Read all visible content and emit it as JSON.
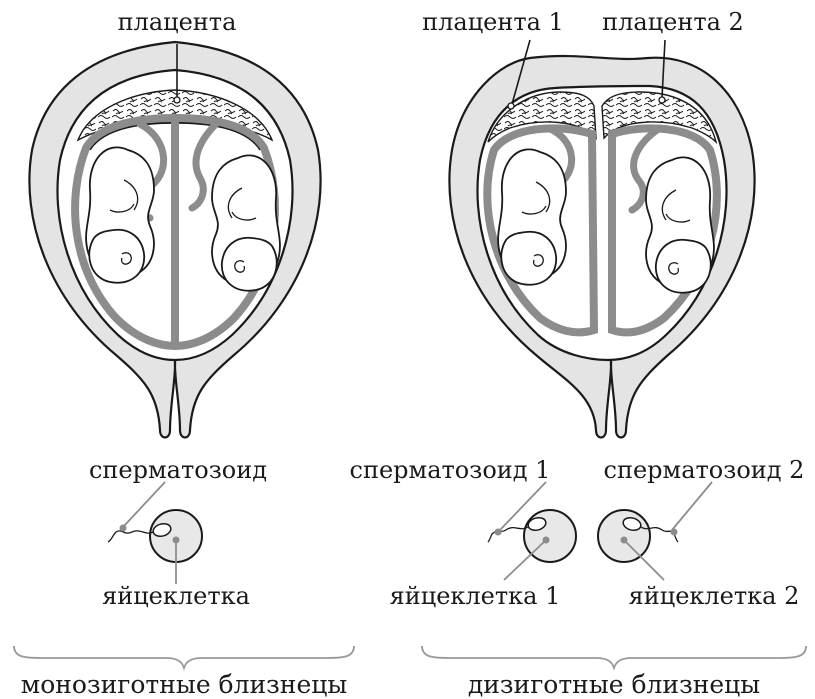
{
  "monozygotic": {
    "placenta_label": "плацента",
    "sperm_label": "сперматозоид",
    "egg_label": "яйцеклетка",
    "caption": "монозиготные близнецы"
  },
  "dizygotic": {
    "placenta1_label": "плацента 1",
    "placenta2_label": "плацента 2",
    "sperm1_label": "сперматозоид 1",
    "sperm2_label": "сперматозоид 2",
    "egg1_label": "яйцеклетка 1",
    "egg2_label": "яйцеклетка 2",
    "caption": "дизиготные близнецы"
  },
  "colors": {
    "outline": "#1a1a1a",
    "membrane_grey": "#8c8c8c",
    "fill_light": "#e4e4e4"
  }
}
